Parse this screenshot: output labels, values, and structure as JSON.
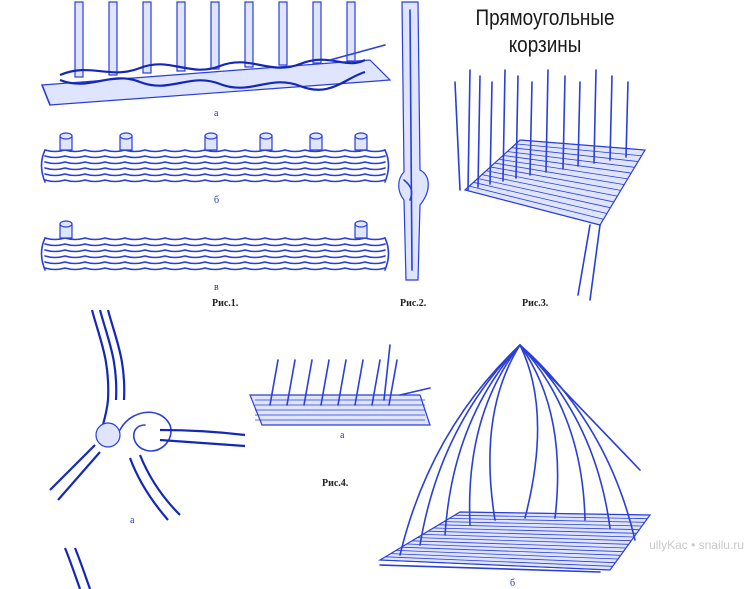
{
  "page": {
    "title_line1": "Прямоугольные",
    "title_line2": "корзины",
    "watermark": "ullyKac • snailu.ru"
  },
  "figures": {
    "fig1": {
      "caption": "Рис.1.",
      "labels": [
        "а",
        "б",
        "в"
      ]
    },
    "fig2": {
      "caption": "Рис.2."
    },
    "fig3": {
      "caption": "Рис.3."
    },
    "fig4": {
      "caption": "Рис.4.",
      "labels": [
        "а",
        "б"
      ]
    },
    "fig5": {
      "labels": [
        "а"
      ]
    }
  },
  "colors": {
    "line": "#2a3ed8",
    "background": "#ffffff",
    "caption": "#222222"
  }
}
